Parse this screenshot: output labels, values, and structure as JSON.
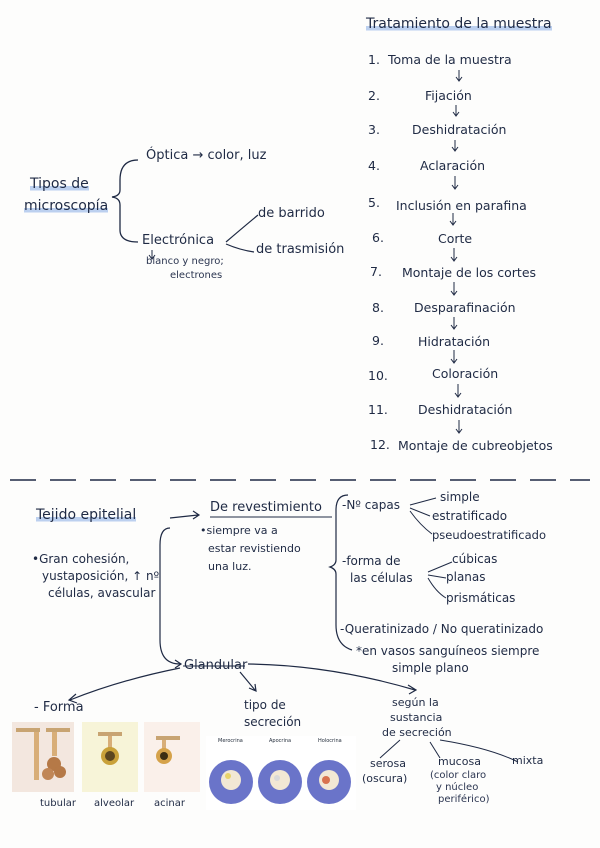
{
  "microscopia": {
    "title_line1": "Tipos de",
    "title_line2": "microscopía",
    "optica": "Óptica → color, luz",
    "electronica": "Electrónica",
    "electronica_note1": "blanco y negro;",
    "electronica_note2": "electrones",
    "barrido": "de barrido",
    "trasmision": "de trasmisión"
  },
  "tratamiento": {
    "title": "Tratamiento de la muestra",
    "steps": [
      {
        "num": "1.",
        "label": "Toma de la muestra"
      },
      {
        "num": "2.",
        "label": "Fijación"
      },
      {
        "num": "3.",
        "label": "Deshidratación"
      },
      {
        "num": "4.",
        "label": "Aclaración"
      },
      {
        "num": "5.",
        "label": "Inclusión en parafina"
      },
      {
        "num": "6.",
        "label": "Corte"
      },
      {
        "num": "7.",
        "label": "Montaje de los cortes"
      },
      {
        "num": "8.",
        "label": "Desparafinación"
      },
      {
        "num": "9.",
        "label": "Hidratación"
      },
      {
        "num": "10.",
        "label": "Coloración"
      },
      {
        "num": "11.",
        "label": "Deshidratación"
      },
      {
        "num": "12.",
        "label": "Montaje de cubreobjetos"
      }
    ]
  },
  "epitelial": {
    "title": "Tejido epitelial",
    "features_line1": "•Gran cohesión,",
    "features_line2": "yustaposición, ↑ nº",
    "features_line3": "células, avascular",
    "revestimiento": "De revestimiento",
    "rev_note1": "•siempre va a",
    "rev_note2": "estar revistiendo",
    "rev_note3": "una luz.",
    "capas_label": "-Nº capas",
    "capas": [
      "simple",
      "estratificado",
      "pseudoestratificado"
    ],
    "forma_label1": "-forma de",
    "forma_label2": "las células",
    "formas": [
      "cúbicas",
      "planas",
      "prismáticas"
    ],
    "queratin": "-Queratinizado / No queratinizado",
    "vasos1": "*en vasos sanguíneos siempre",
    "vasos2": "simple plano",
    "glandular": "Glandular",
    "forma_g": "- Forma",
    "forma_captions": [
      "tubular",
      "alveolar",
      "acinar"
    ],
    "secrecion_line1": "tipo de",
    "secrecion_line2": "secreción",
    "secrecion_types": [
      "Merocrina",
      "Apocrina",
      "Holocrina"
    ],
    "sustancia_line1": "según la",
    "sustancia_line2": "sustancia",
    "sustancia_line3": "de secreción",
    "serosa1": "serosa",
    "serosa2": "(oscura)",
    "mucosa1": "mucosa",
    "mucosa2": "(color claro",
    "mucosa3": "y núcleo",
    "mucosa4": "periférico)",
    "mixta": "mixta"
  },
  "colors": {
    "highlight": "#bcd0ef",
    "ink": "#1f2a44"
  }
}
